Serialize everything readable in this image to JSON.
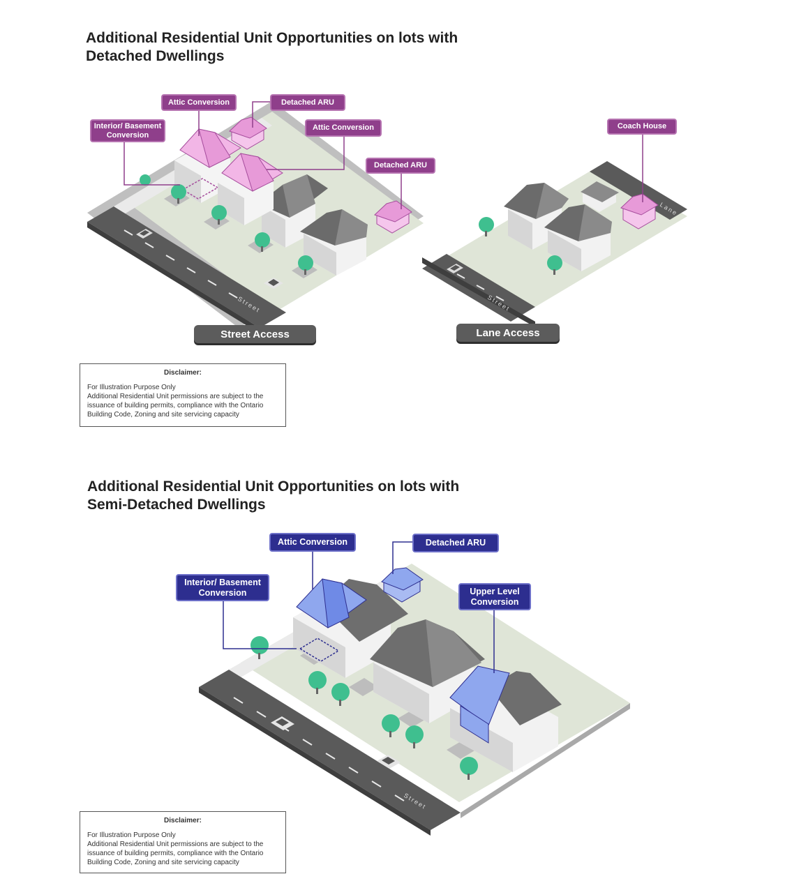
{
  "detached": {
    "title_line1": "Additional Residential Unit Opportunities on lots with",
    "title_line2": "Detached Dwellings",
    "street_access_tags": {
      "attic_conversion_1": "Attic Conversion",
      "detached_aru_1": "Detached ARU",
      "interior_basement": "Interior/ Basement\nConversion",
      "attic_conversion_2": "Attic Conversion",
      "detached_aru_2": "Detached ARU"
    },
    "lane_access_tags": {
      "coach_house": "Coach House"
    },
    "street_label": "Street",
    "lane_label": "Lane",
    "street_access_label": "Street Access",
    "lane_access_label": "Lane Access",
    "disclaimer": {
      "title": "Disclaimer:",
      "line1": "For Illustration Purpose Only",
      "line2": "Additional Residential Unit permissions are subject to the",
      "line3": "issuance of building permits, compliance with the Ontario",
      "line4": "Building Code, Zoning and site servicing capacity"
    }
  },
  "semi_detached": {
    "title_line1": "Additional Residential Unit Opportunities on lots with",
    "title_line2": "Semi-Detached Dwellings",
    "tags": {
      "attic_conversion": "Attic Conversion",
      "detached_aru": "Detached ARU",
      "interior_basement": "Interior/ Basement\nConversion",
      "upper_level": "Upper Level\nConversion"
    },
    "street_label": "Street",
    "disclaimer": {
      "title": "Disclaimer:",
      "line1": "For Illustration Purpose Only",
      "line2": "Additional Residential Unit permissions are subject to the",
      "line3": "issuance of building permits, compliance with the Ontario",
      "line4": "Building Code, Zoning and site servicing capacity"
    }
  },
  "colors": {
    "purple_tag": "#8f3f8b",
    "blue_tag": "#2d2e8f",
    "highlight_pink": "#f2b6e6",
    "highlight_blue": "#8fa7ee",
    "road": "#5a5a5a",
    "lawn": "#dbe2d3",
    "tree": "#3fbf8f"
  }
}
